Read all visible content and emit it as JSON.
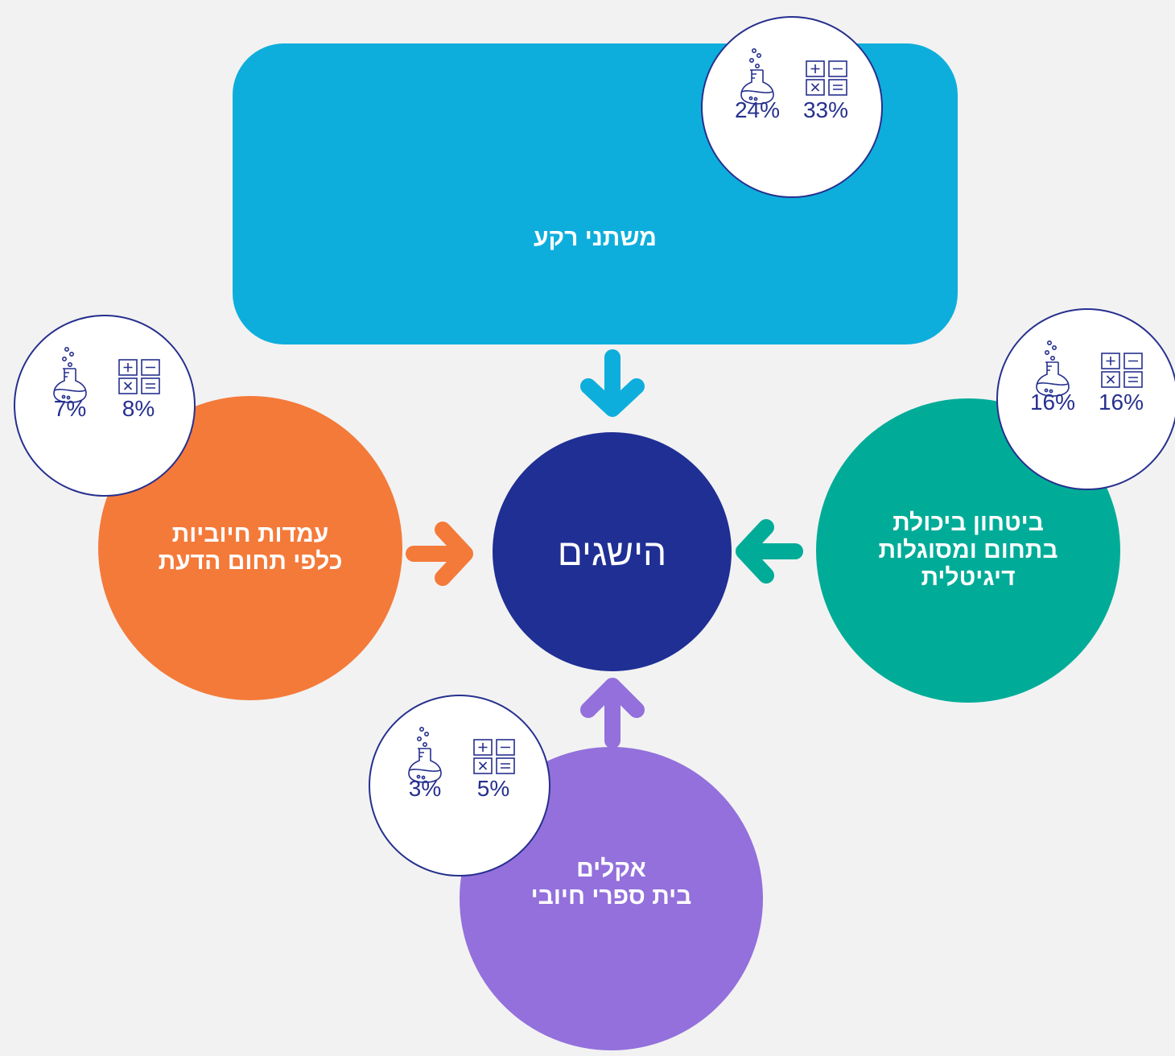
{
  "center": {
    "label": "הישגים",
    "color": "#1f2f94"
  },
  "factors": {
    "top": {
      "lines": [
        "משתני רקע"
      ],
      "color": "#0eaedc",
      "science_pct": "24%",
      "math_pct": "33%"
    },
    "left": {
      "lines": [
        "עמדות חיוביות",
        "כלפי תחום הדעת"
      ],
      "color": "#f47a3a",
      "science_pct": "7%",
      "math_pct": "8%"
    },
    "right": {
      "lines": [
        "ביטחון ביכולת",
        "בתחום ומסוגלות",
        "דיגיטלית"
      ],
      "color": "#00ac98",
      "science_pct": "16%",
      "math_pct": "16%"
    },
    "bottom": {
      "lines": [
        "אקלים",
        "בית ספרי חיובי"
      ],
      "color": "#9370dc",
      "science_pct": "3%",
      "math_pct": "5%"
    }
  },
  "icons": {
    "science": "flask-icon",
    "math": "math-operations-icon"
  },
  "badge_text_color": "#26308e",
  "background": "#f2f2f2"
}
